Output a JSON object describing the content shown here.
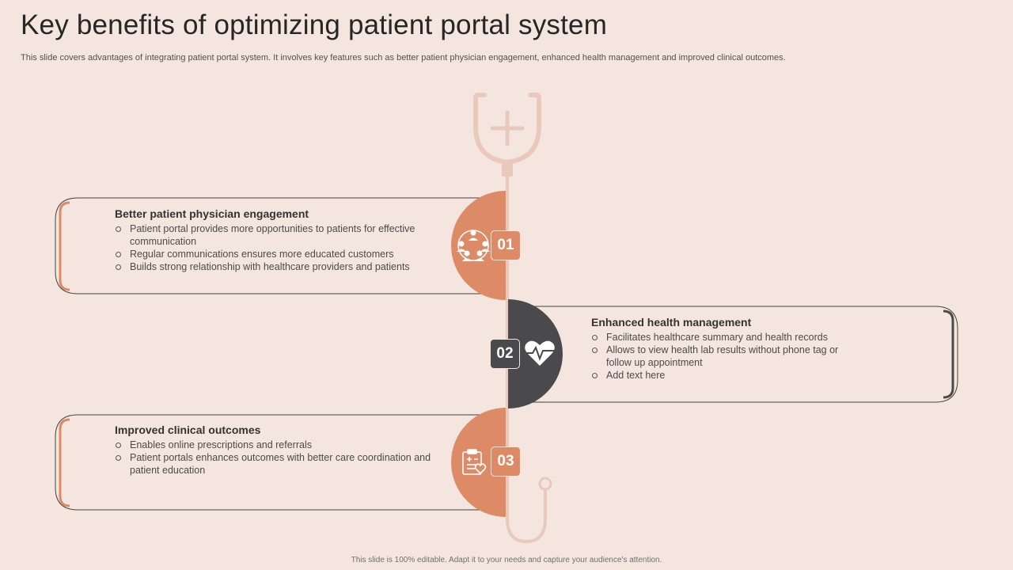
{
  "slide": {
    "title": "Key benefits of optimizing patient portal system",
    "subtitle": "This slide covers advantages of integrating patient portal system. It involves key features such as better patient physician engagement, enhanced health management and improved clinical outcomes.",
    "footer": "This slide is 100% editable. Adapt it to your needs and capture your audience's attention."
  },
  "benefits": [
    {
      "number": "01",
      "title": "Better patient physician  engagement",
      "icon": "people-network-icon",
      "points": [
        "Patient portal provides  more opportunities to patients for effective  communication",
        "Regular communications ensures more educated customers",
        "Builds strong relationship  with healthcare providers  and patients"
      ]
    },
    {
      "number": "02",
      "title": "Enhanced health management",
      "icon": "heart-pulse-icon",
      "points": [
        "Facilitates healthcare  summary and health records",
        "Allows to view  health lab results without phone tag or follow  up appointment",
        "Add text here"
      ]
    },
    {
      "number": "03",
      "title": "Improved clinical  outcomes",
      "icon": "clipboard-health-icon",
      "points": [
        "Enables online  prescriptions and referrals",
        "Patient portals enhances outcomes with better care coordination and patient education"
      ]
    }
  ],
  "colors": {
    "background": "#f4e6df",
    "accent": "#dd8a66",
    "dark": "#4a4a4c",
    "stethoscope": "#e8c9bb"
  }
}
